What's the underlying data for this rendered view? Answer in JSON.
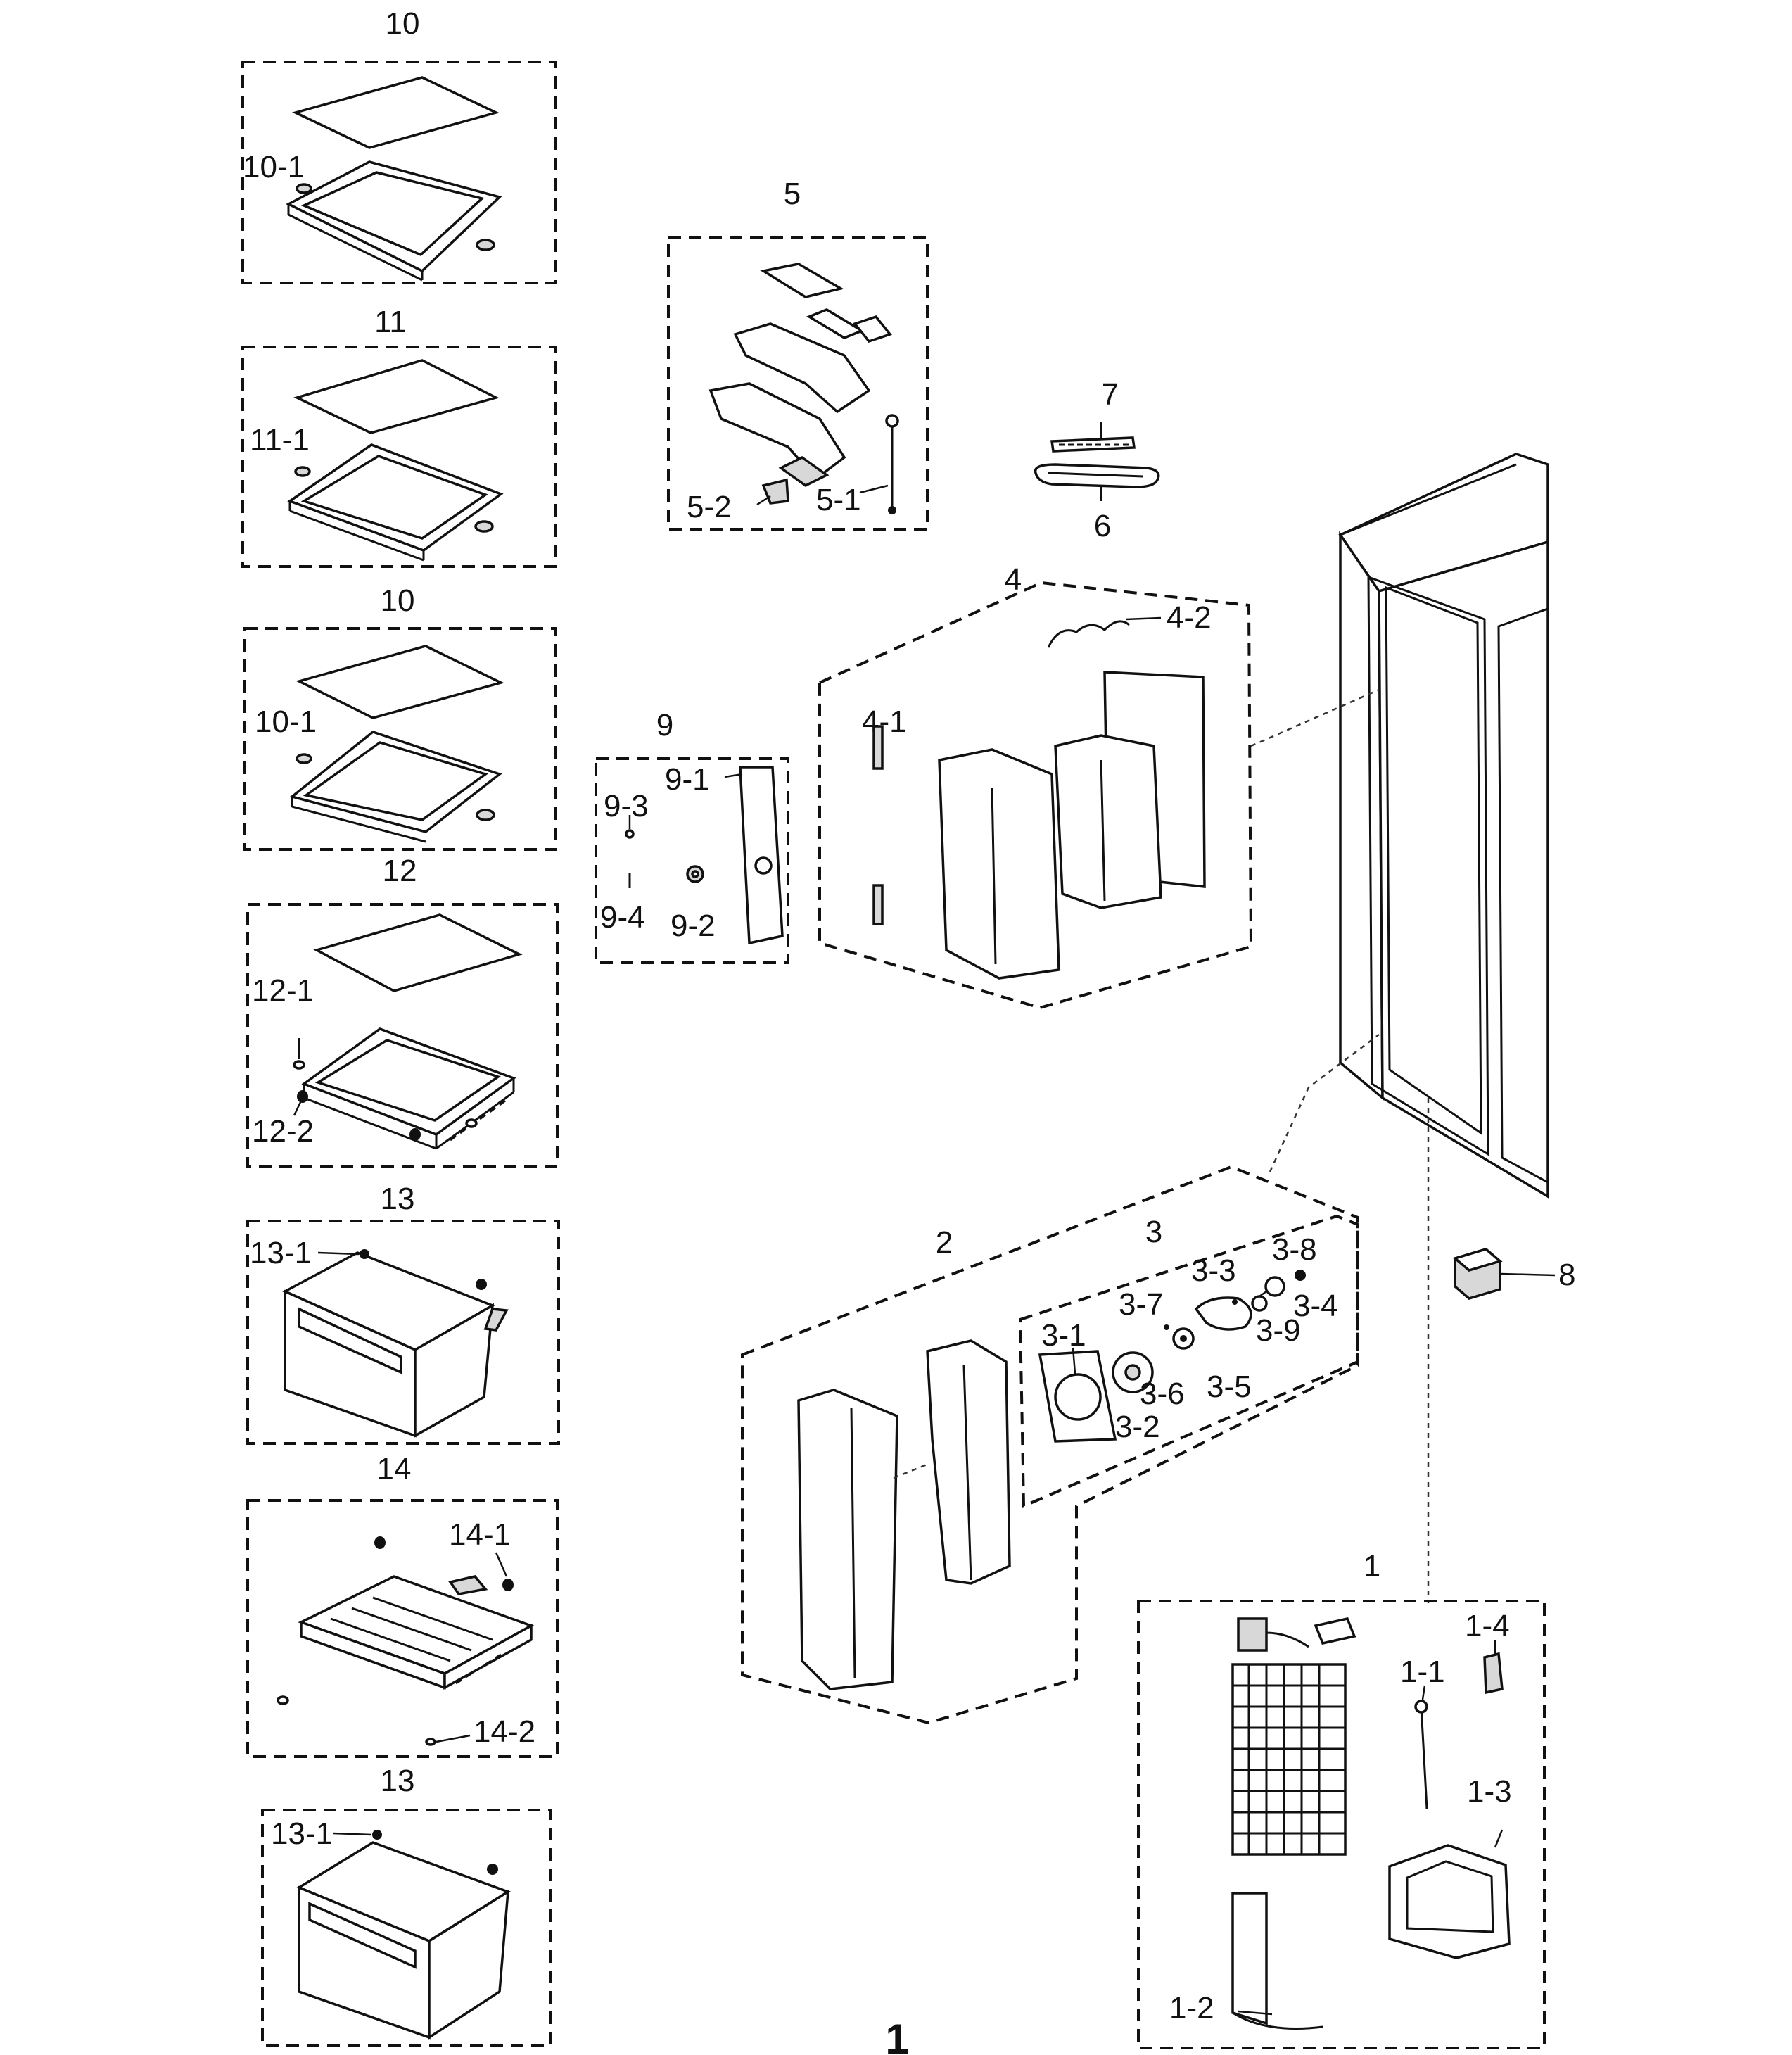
{
  "labels": {
    "g10a": "10",
    "p10_1a": "10-1",
    "g11": "11",
    "p11_1": "11-1",
    "g10b": "10",
    "p10_1b": "10-1",
    "g12": "12",
    "p12_1": "12-1",
    "p12_2": "12-2",
    "g13a": "13",
    "p13_1a": "13-1",
    "g14": "14",
    "p14_1": "14-1",
    "p14_2": "14-2",
    "g13b": "13",
    "p13_1b": "13-1",
    "g5": "5",
    "p5_1": "5-1",
    "p5_2": "5-2",
    "g7": "7",
    "g6": "6",
    "g4": "4",
    "p4_1": "4-1",
    "p4_2": "4-2",
    "g9": "9",
    "p9_1": "9-1",
    "p9_2": "9-2",
    "p9_3": "9-3",
    "p9_4": "9-4",
    "g2": "2",
    "g3": "3",
    "p3_1": "3-1",
    "p3_2": "3-2",
    "p3_3": "3-3",
    "p3_4": "3-4",
    "p3_5": "3-5",
    "p3_6": "3-6",
    "p3_7": "3-7",
    "p3_8": "3-8",
    "p3_9": "3-9",
    "g8": "8",
    "g1": "1",
    "p1_1": "1-1",
    "p1_2": "1-2",
    "p1_3": "1-3",
    "p1_4": "1-4",
    "page": "1"
  }
}
